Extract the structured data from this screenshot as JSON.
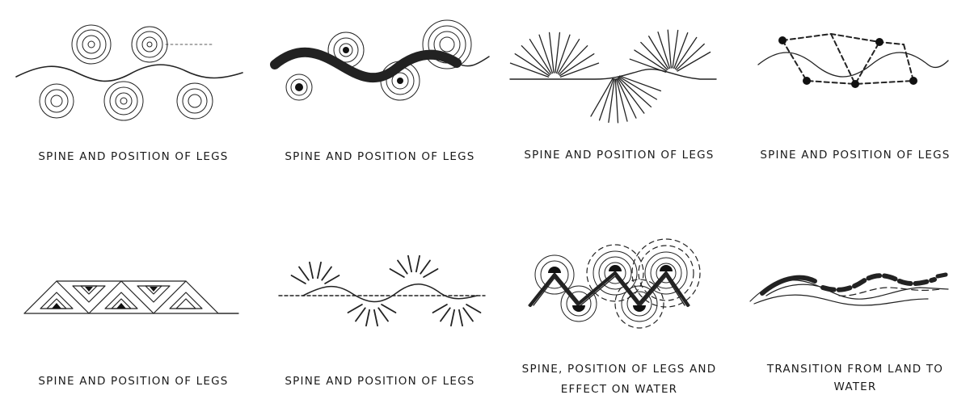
{
  "panels": [
    {
      "id": "wave-circles",
      "caption": [
        "SPINE AND POSITION OF LEGS"
      ]
    },
    {
      "id": "shaded-wave-circles",
      "caption": [
        "SPINE AND POSITION OF LEGS"
      ]
    },
    {
      "id": "wave-radiating-lines",
      "caption": [
        "SPINE AND POSITION OF LEGS"
      ]
    },
    {
      "id": "wave-dots-dashes",
      "caption": [
        "SPINE AND POSITION OF LEGS"
      ]
    },
    {
      "id": "triangles-band",
      "caption": [
        "SPINE AND POSITION OF LEGS"
      ]
    },
    {
      "id": "wave-sunbursts",
      "caption": [
        "SPINE AND POSITION OF LEGS"
      ]
    },
    {
      "id": "zigzag-ripples",
      "caption": [
        "SPINE, POSITION OF LEGS AND",
        "EFFECT ON WATER"
      ]
    },
    {
      "id": "land-to-water",
      "caption": [
        "TRANSITION FROM LAND TO",
        "WATER"
      ]
    }
  ]
}
